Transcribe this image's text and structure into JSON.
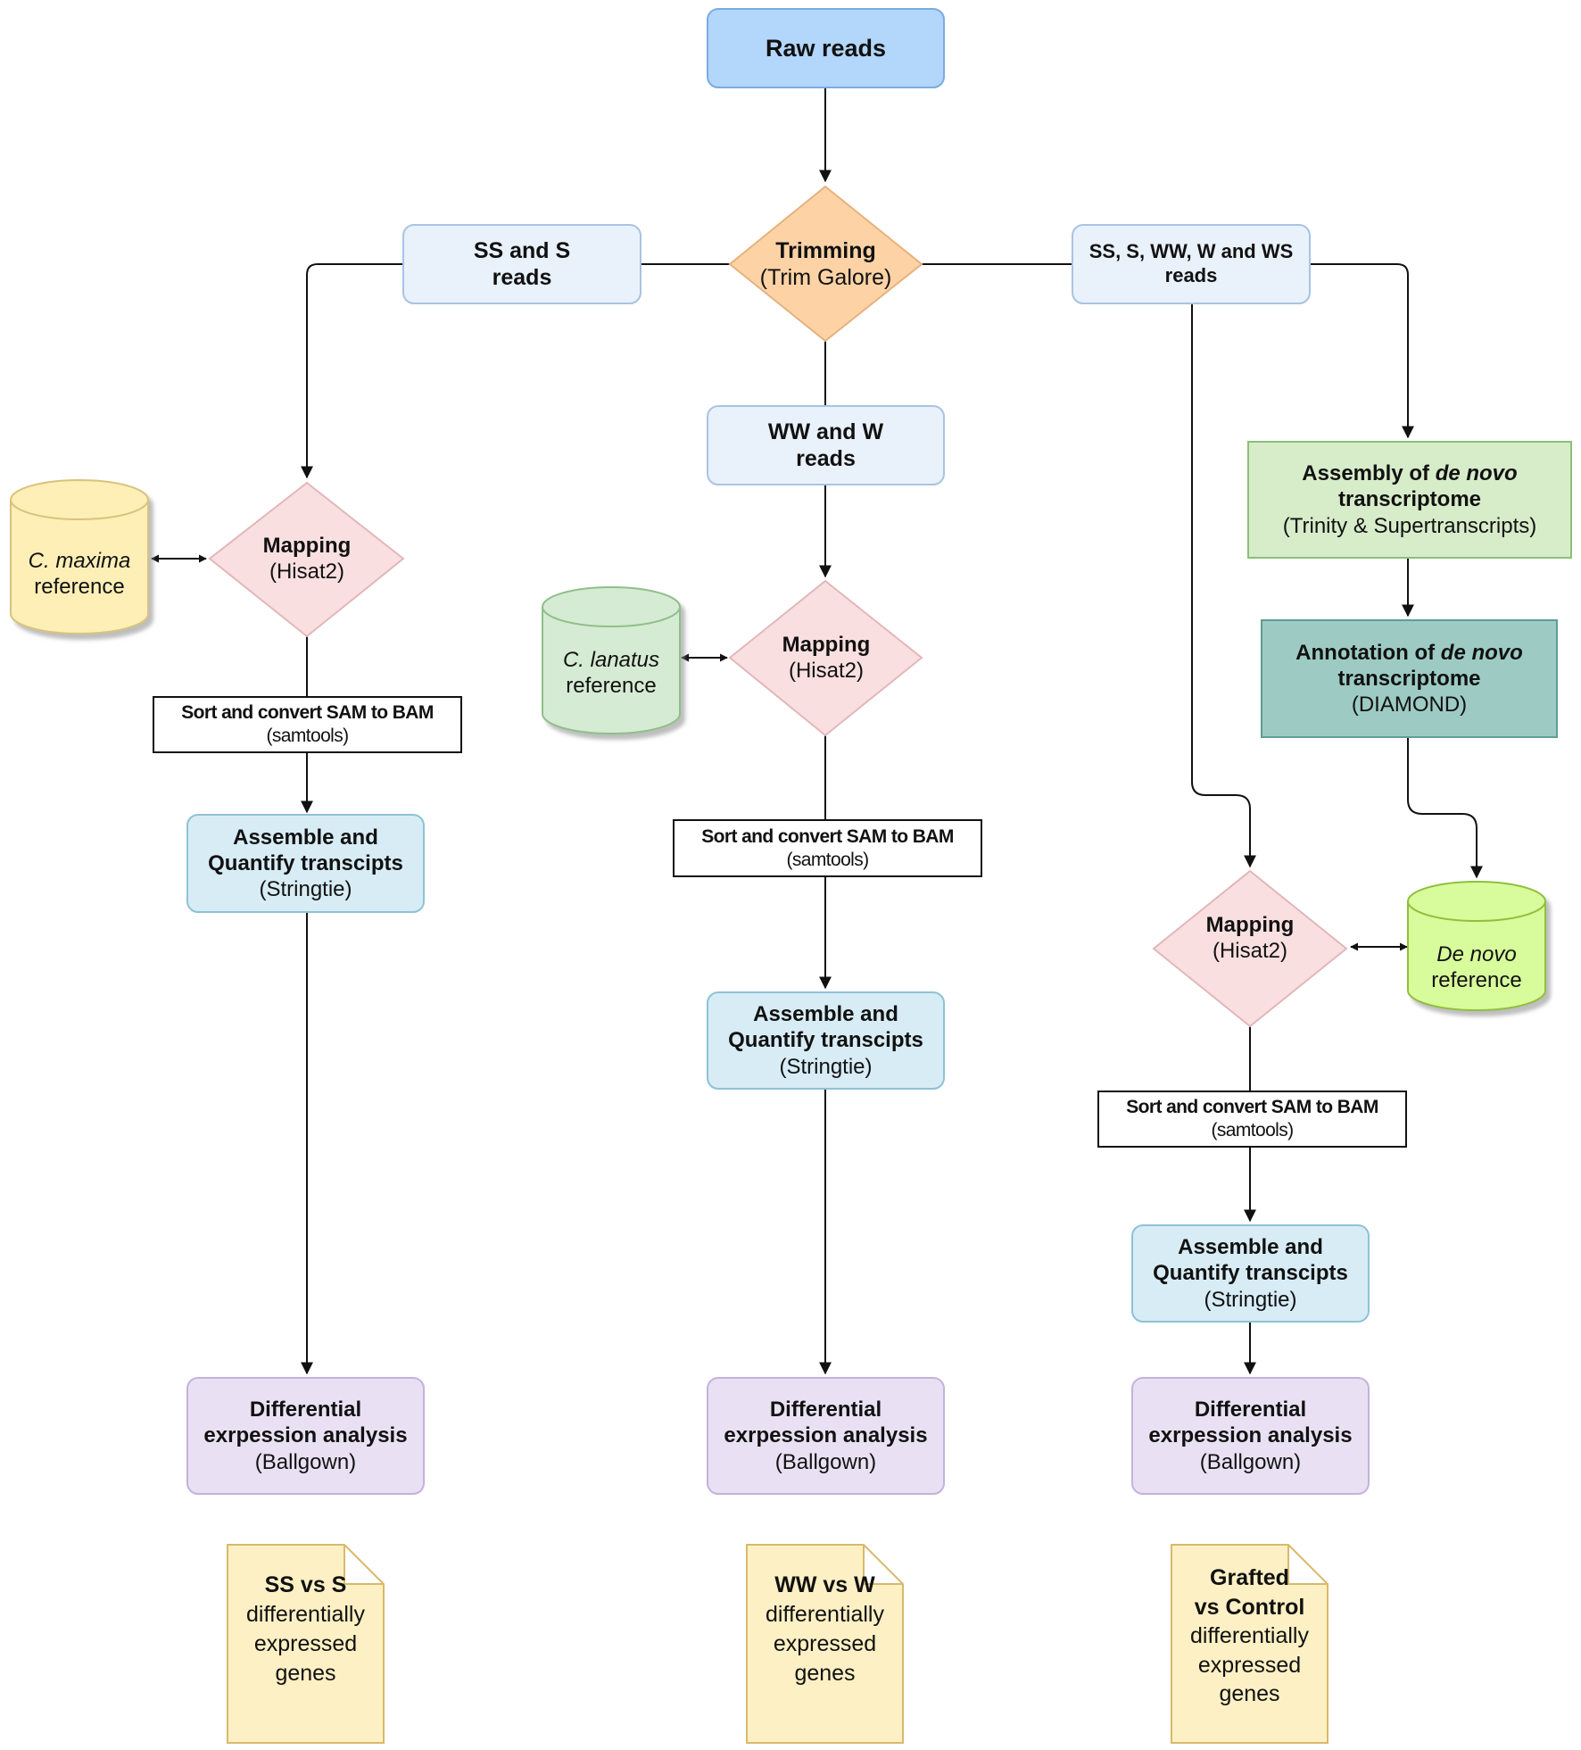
{
  "colors": {
    "raw_reads": "#b3d6fb",
    "trimming": "#fdd3a6",
    "reads_box": "#e9f1fb",
    "mapping": "#fadfe0",
    "assemble": "#d7ecf5",
    "differential": "#e9e1f3",
    "note": "#fdf0c4",
    "cmaxima_db": "#fdefb6",
    "clanatus_db": "#d6ebd3",
    "denovo_db": "#d8fc9c",
    "assembly_box": "#d7ecc9",
    "annotation_box": "#9dcbc3",
    "line": "#111111"
  },
  "nodes": {
    "raw_reads": {
      "label": "Raw reads"
    },
    "trimming": {
      "title": "Trimming",
      "subtitle": "(Trim Galore)"
    },
    "ss_s_reads": {
      "line1": "SS and S",
      "line2": "reads"
    },
    "ww_w_reads": {
      "line1": "WW and W",
      "line2": "reads"
    },
    "all_reads": {
      "line1": "SS, S, WW, W and WS",
      "line2": "reads"
    },
    "left": {
      "mapping_title": "Mapping",
      "mapping_sub": "(Hisat2)",
      "ref_name": "C. maxima",
      "ref_word": "reference",
      "sort_title": "Sort and convert SAM to BAM",
      "sort_sub": "(samtools)",
      "assemble_l1": "Assemble and",
      "assemble_l2": "Quantify transcipts",
      "assemble_sub": "(Stringtie)",
      "diff_l1": "Differential",
      "diff_l2": "exrpession analysis",
      "diff_sub": "(Ballgown)",
      "doc_l1": "SS vs S",
      "doc_l2": "differentially",
      "doc_l3": "expressed",
      "doc_l4": "genes"
    },
    "middle": {
      "mapping_title": "Mapping",
      "mapping_sub": "(Hisat2)",
      "ref_name": "C. lanatus",
      "ref_word": "reference",
      "sort_title": "Sort and convert SAM to BAM",
      "sort_sub": "(samtools)",
      "assemble_l1": "Assemble and",
      "assemble_l2": "Quantify transcipts",
      "assemble_sub": "(Stringtie)",
      "diff_l1": "Differential",
      "diff_l2": "exrpession analysis",
      "diff_sub": "(Ballgown)",
      "doc_l1": "WW vs W",
      "doc_l2": "differentially",
      "doc_l3": "expressed",
      "doc_l4": "genes"
    },
    "right": {
      "assembly_l1a": "Assembly of ",
      "assembly_l1b": "de novo",
      "assembly_l2": "transcriptome",
      "assembly_sub": "(Trinity & Supertranscripts)",
      "annot_l1a": "Annotation of ",
      "annot_l1b": "de novo",
      "annot_l2": "transcriptome",
      "annot_sub": "(DIAMOND)",
      "ref_name": "De novo",
      "ref_word": "reference",
      "mapping_title": "Mapping",
      "mapping_sub": "(Hisat2)",
      "sort_title": "Sort and convert SAM to BAM",
      "sort_sub": "(samtools)",
      "assemble_l1": "Assemble and",
      "assemble_l2": "Quantify transcipts",
      "assemble_sub": "(Stringtie)",
      "diff_l1": "Differential",
      "diff_l2": "exrpession analysis",
      "diff_sub": "(Ballgown)",
      "doc_l1": "Grafted",
      "doc_l2": "vs Control",
      "doc_l3": "differentially",
      "doc_l4": "expressed",
      "doc_l5": "genes"
    }
  }
}
